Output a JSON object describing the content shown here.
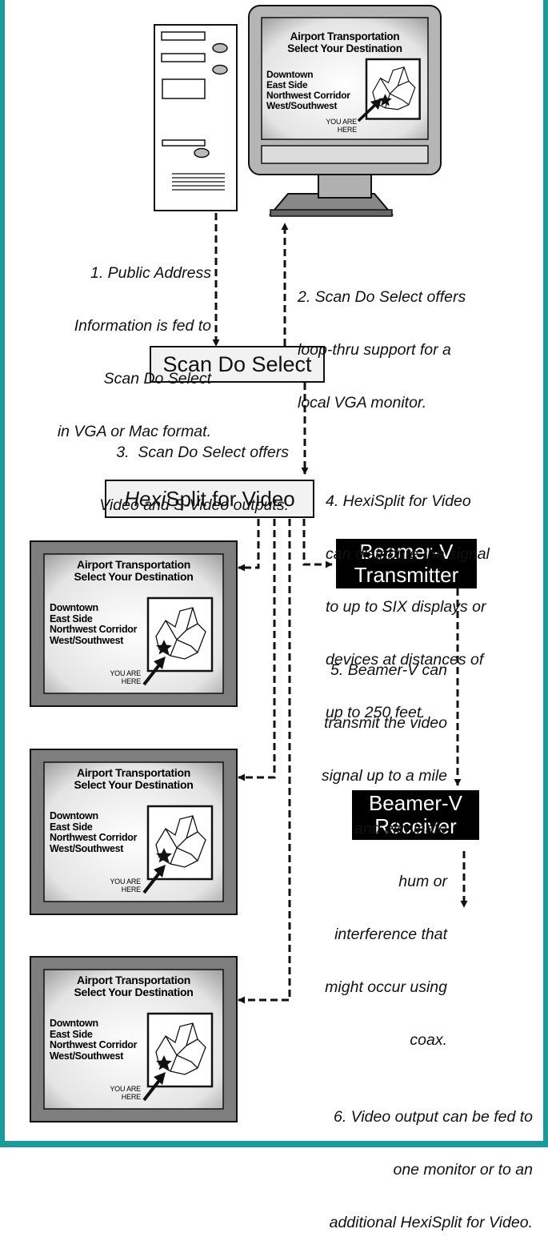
{
  "screen": {
    "title_line1": "Airport Transportation",
    "title_line2": "Select Your Destination",
    "destinations": [
      "Downtown",
      "East Side",
      "Northwest Corridor",
      "West/Southwest"
    ],
    "you_are_here_line1": "YOU ARE",
    "you_are_here_line2": "HERE"
  },
  "nodes": {
    "scan_do_select": "Scan Do Select",
    "hexisplit_italic": "Hexi",
    "hexisplit_rest": "Split for Video",
    "transmitter_line1": "Beamer-V",
    "transmitter_line2": "Transmitter",
    "receiver_line1": "Beamer-V",
    "receiver_line2": "Receiver"
  },
  "captions": {
    "step1": [
      "1. Public Address",
      "Information is fed to",
      "Scan Do Select",
      "in VGA or Mac format."
    ],
    "step2": [
      "2. Scan Do Select offers",
      "loop-thru support for a",
      "local VGA monitor."
    ],
    "step3": [
      "3.  Scan Do Select offers",
      "Video and S-Video outputs."
    ],
    "step4": [
      "4. HexiSplit for Video",
      "can distribute the signal",
      "to up to SIX displays or",
      "devices at distances of",
      "up to 250 feet."
    ],
    "step5": [
      "5. Beamer-V can",
      "transmit the video",
      "signal up to a mile",
      "and eliminate",
      "hum or",
      "interference that",
      "might occur using",
      "coax."
    ],
    "step6": [
      "6. Video output can be fed to",
      "one monitor or to an",
      "additional HexiSplit for Video."
    ]
  },
  "colors": {
    "border": "#1a9a9a",
    "dark_box": "#000000",
    "light_box": "#f2f2f2",
    "monitor_bezel": "#808080"
  }
}
